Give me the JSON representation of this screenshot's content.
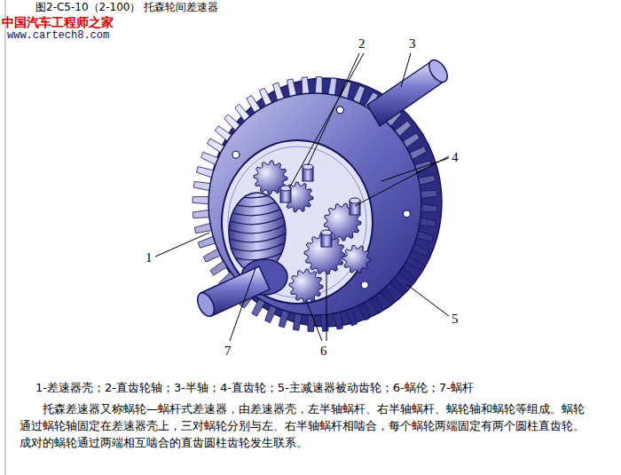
{
  "diagram": {
    "title": "图2-C5-10（2-100） 托森轮间差速器",
    "caption": "1-差速器壳；2-直齿轮轴；3-半轴；4-直齿轮；5-主减速器被动齿轮；6-蜗伦；7-蜗杆",
    "labels": [
      "中国汽车工程师之家",
      "www.cartech8.com",
      "2",
      "3",
      "4",
      "1",
      "5",
      "7",
      "6",
      "托森差速器又称蜗轮—蜗杆式差速器，由差速器壳，左半轴蜗杆、右半轴蜗杆、蜗轮轴和蜗轮等组成。蜗轮通过蜗轮轴固定在差速器壳上，三对蜗轮分别与左、右半轴蜗杆相啮合，每个蜗轮两端固定有两个圆柱直齿轮。成对的蜗轮通过两端相互啮合的直齿圆柱齿轮发生联系。"
    ]
  }
}
